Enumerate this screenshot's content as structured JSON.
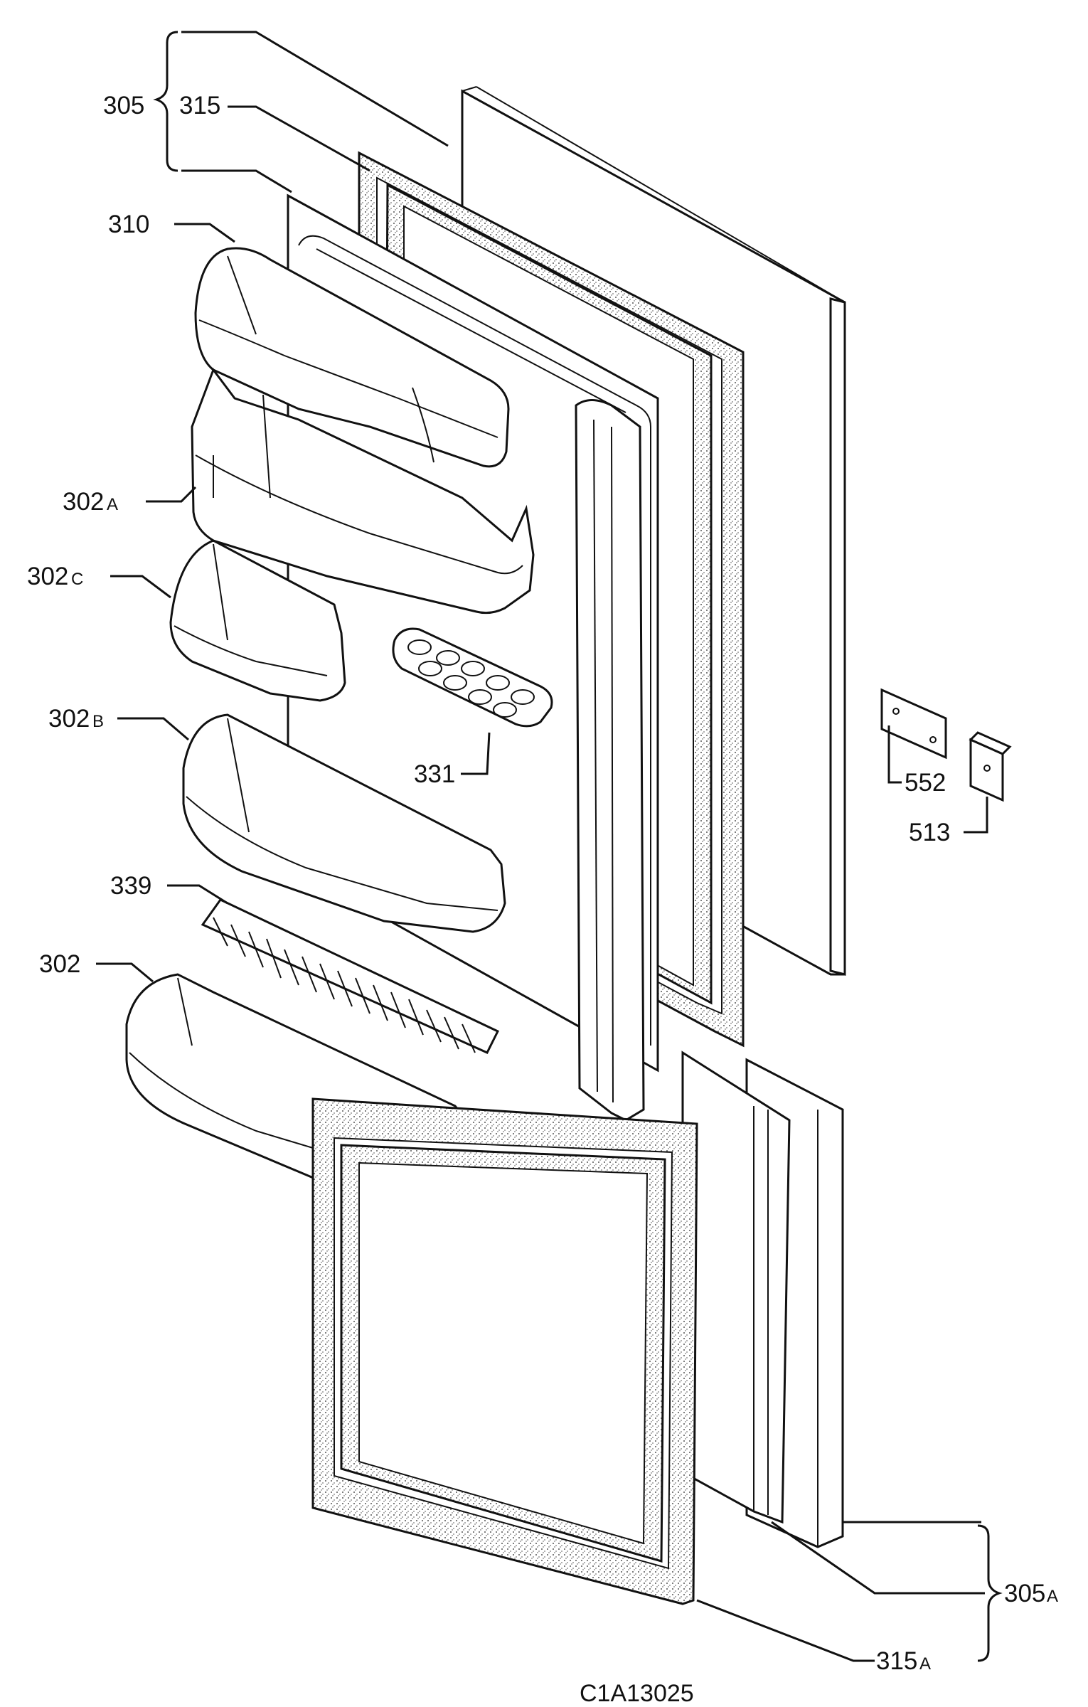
{
  "diagram": {
    "labels": {
      "l305": "305",
      "l315": "315",
      "l310": "310",
      "l302a": "302",
      "l302a_sub": "A",
      "l302c": "302",
      "l302c_sub": "C",
      "l302b": "302",
      "l302b_sub": "B",
      "l331": "331",
      "l339": "339",
      "l302": "302",
      "l552": "552",
      "l513": "513",
      "l305a": "305",
      "l305a_sub": "A",
      "l315a": "315",
      "l315a_sub": "A"
    },
    "drawing_code": "C1A13025"
  }
}
